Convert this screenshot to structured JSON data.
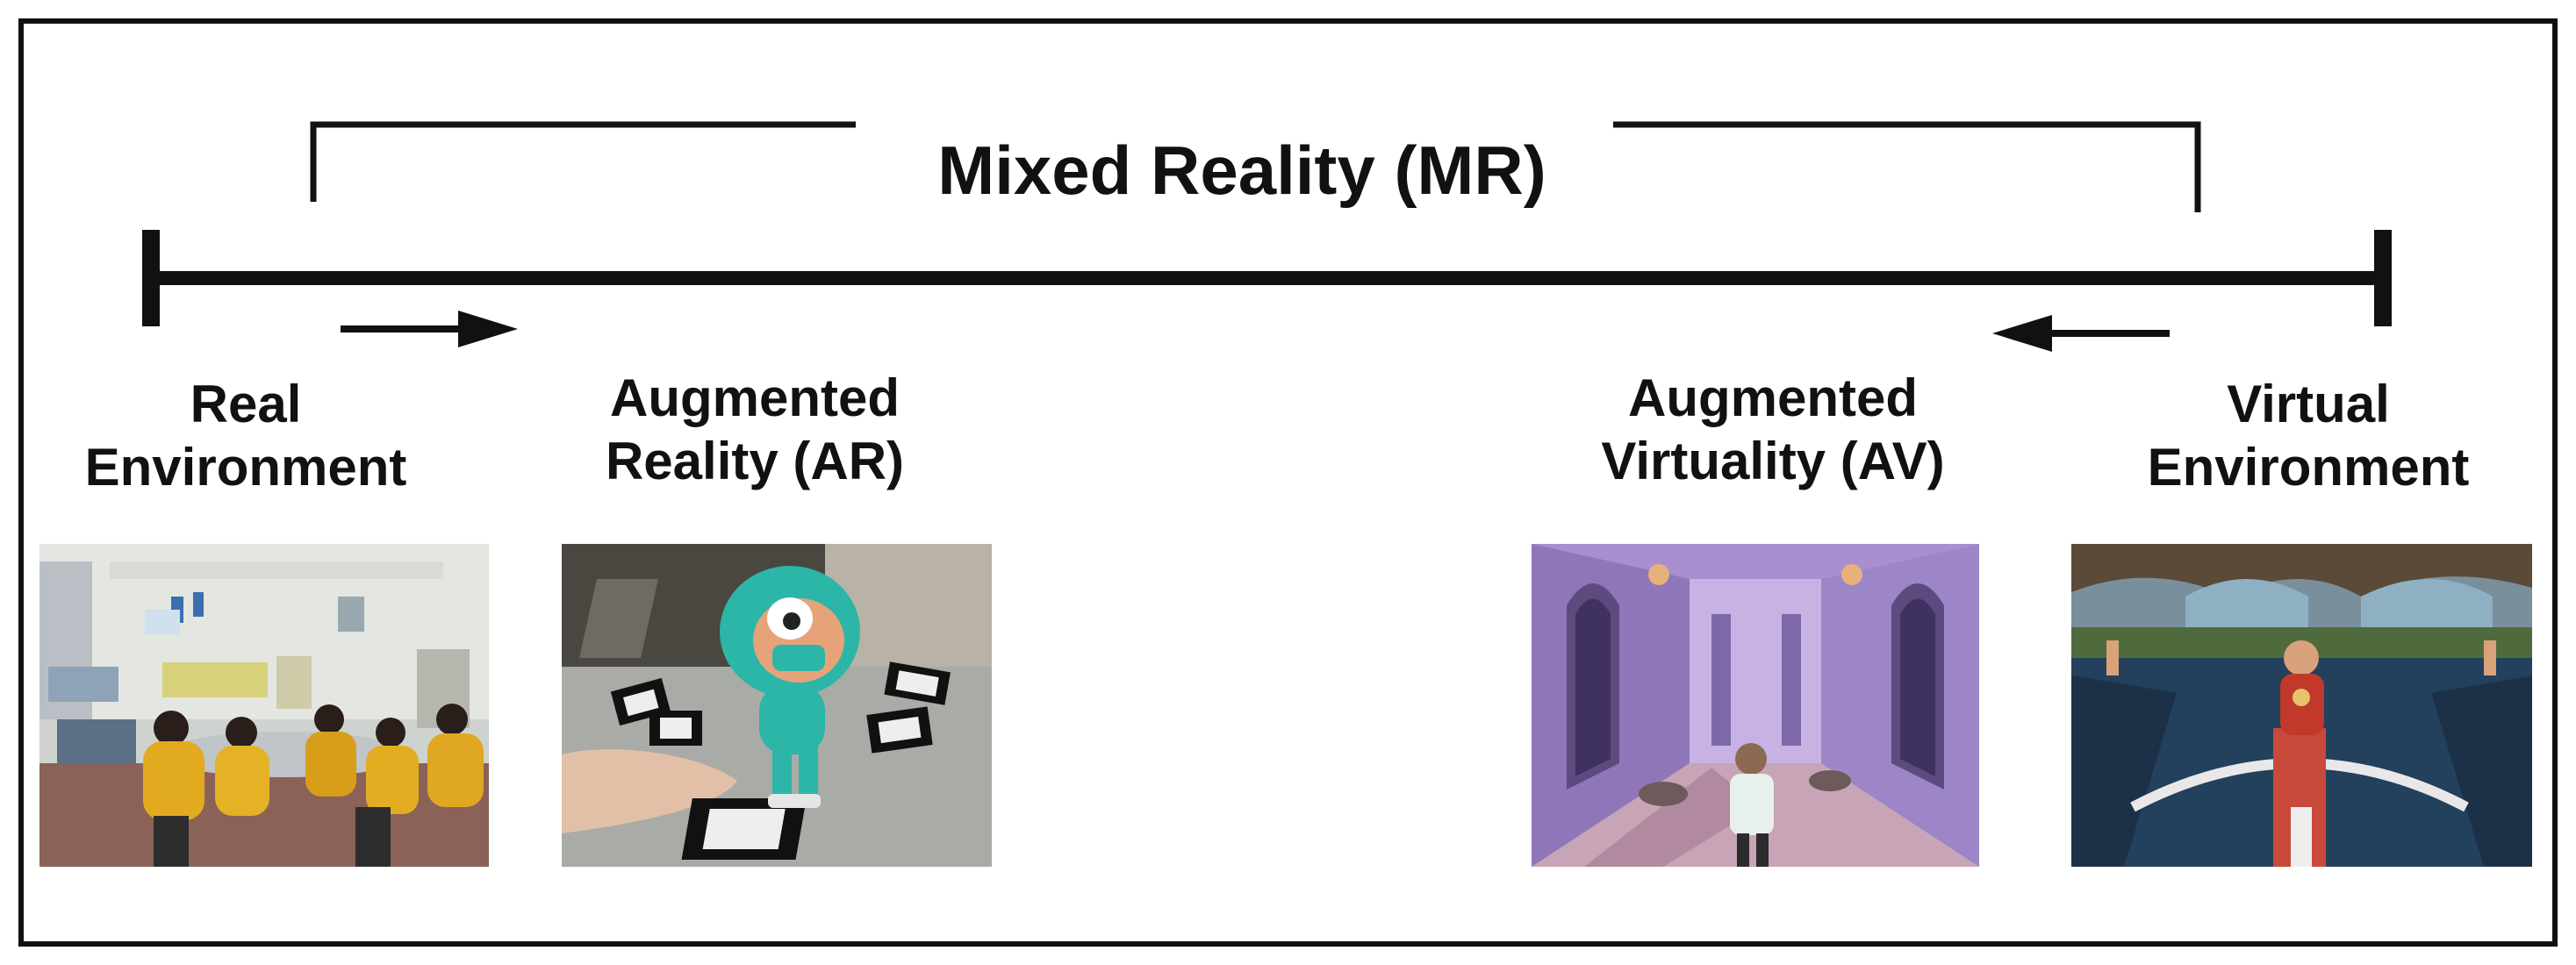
{
  "diagram": {
    "mr_label": "Mixed Reality (MR)",
    "stages": [
      {
        "id": "real",
        "lines": [
          "Real",
          "Environment"
        ],
        "image": "classroom-photo"
      },
      {
        "id": "ar",
        "lines": [
          "Augmented",
          "Reality (AR)"
        ],
        "image": "ar-character-photo"
      },
      {
        "id": "av",
        "lines": [
          "Augmented",
          "Virtuality (AV)"
        ],
        "image": "virtual-corridor-photo"
      },
      {
        "id": "virtual",
        "lines": [
          "Virtual",
          "Environment"
        ],
        "image": "virtual-boat-scene"
      }
    ],
    "arrows": [
      "arrow-right-icon",
      "arrow-left-icon"
    ]
  }
}
